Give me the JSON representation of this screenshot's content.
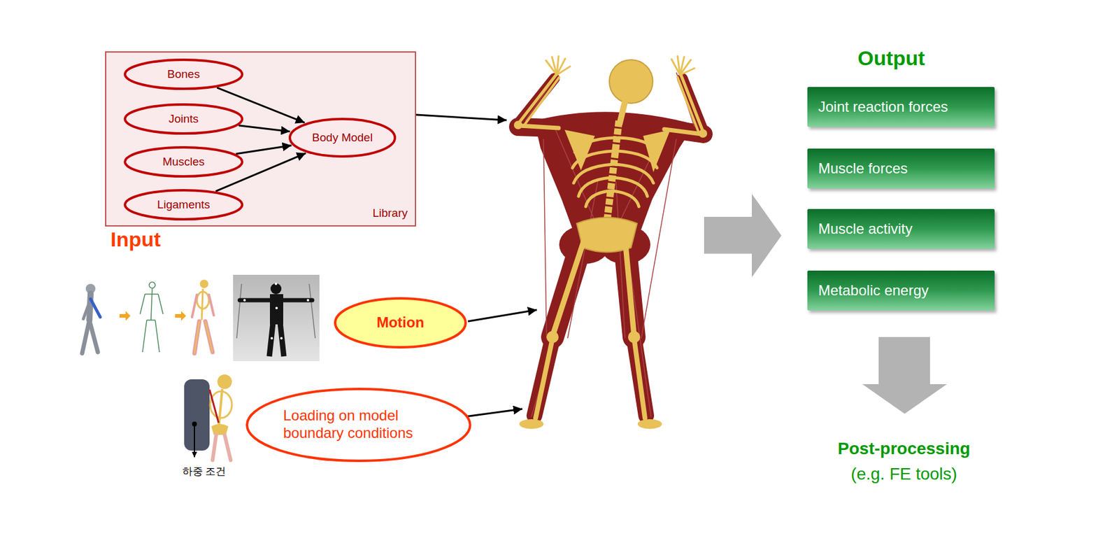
{
  "diagram": {
    "nodes": [
      {
        "text": [
          "Library"
        ]
      },
      {
        "text": [
          "Bones"
        ],
        "in": 0
      },
      {
        "text": [
          "Joints"
        ],
        "in": 0
      },
      {
        "text": [
          "Muscles"
        ],
        "in": 0
      },
      {
        "text": [
          "Ligaments"
        ],
        "in": 0
      },
      {
        "text": [
          "Body Model"
        ],
        "in": 0
      },
      {
        "text": [
          "Motion"
        ]
      },
      {
        "text": [
          "Loading on model boundary conditions"
        ]
      },
      {
        "text": [
          "Joint reaction forces"
        ]
      },
      {
        "text": [
          "Muscle forces"
        ]
      },
      {
        "text": [
          "Muscle activity"
        ]
      },
      {
        "text": [
          "Metabolic energy"
        ]
      }
    ],
    "edges": [
      {
        "from": 1,
        "to": 5,
        "arrow": "to"
      },
      {
        "from": 2,
        "to": 5,
        "arrow": "to"
      },
      {
        "from": 3,
        "to": 5,
        "arrow": "to"
      },
      {
        "from": 4,
        "to": 5,
        "arrow": "to"
      }
    ],
    "labels": [
      "Input",
      "하중 조건",
      "Output",
      "Post-processing",
      "(e.g. FE tools)"
    ]
  }
}
